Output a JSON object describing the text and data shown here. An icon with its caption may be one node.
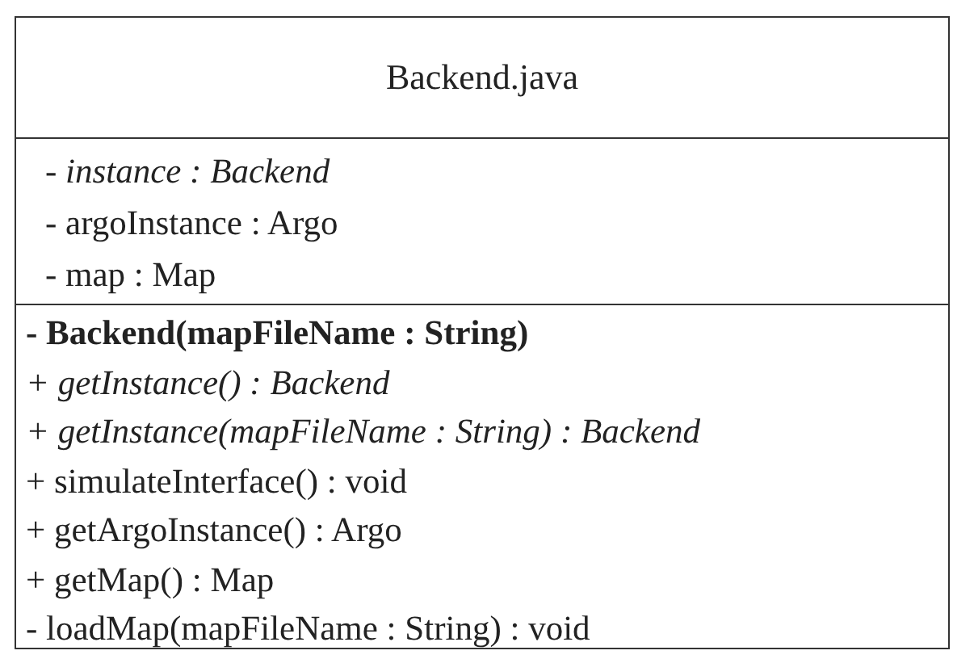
{
  "diagram": {
    "nodes": [
      {
        "text": [
          "Backend.java"
        ]
      },
      {
        "text": [
          "- instance : Backend",
          "- argoInstance : Argo",
          "- map : Map"
        ],
        "in": 0
      },
      {
        "text": [
          "- Backend(mapFileName : String)",
          "+ getInstance() : Backend",
          "+ getInstance(mapFileName : String) : Backend",
          "+ simulateInterface() : void",
          "+ getArgoInstance() : Argo",
          "+ getMap() : Map",
          "- loadMap(mapFileName : String) : void"
        ],
        "in": 0
      }
    ]
  }
}
